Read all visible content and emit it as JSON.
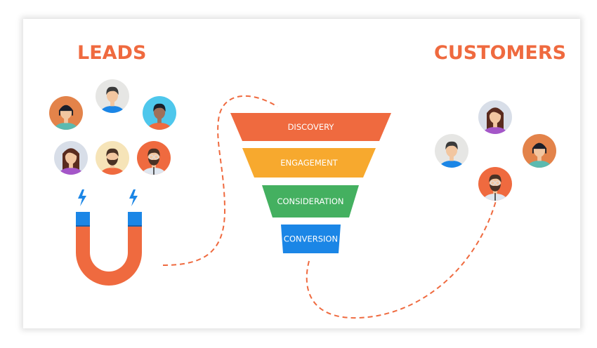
{
  "leads": {
    "title": "LEADS",
    "avatars": [
      {
        "name": "woman-bob-hair",
        "bg": "#e3834a",
        "shirt": "#5bbab0",
        "hair": "#1b1f2a",
        "skin": "#f2c6a0"
      },
      {
        "name": "man-short-hair",
        "bg": "#e6e6e4",
        "shirt": "#1b86e6",
        "hair": "#3a3a3a",
        "skin": "#f2c6a0"
      },
      {
        "name": "man-dark-skin",
        "bg": "#4ec7ec",
        "shirt": "#ef6a3f",
        "hair": "#1b1f2a",
        "skin": "#a0705a"
      },
      {
        "name": "woman-long-hair",
        "bg": "#d8dee8",
        "shirt": "#a456c8",
        "hair": "#5a2b1e",
        "skin": "#f2c6a0"
      },
      {
        "name": "man-beard",
        "bg": "#f6e4b8",
        "shirt": "#ef6a3f",
        "hair": "#4a3225",
        "skin": "#f2c6a0"
      },
      {
        "name": "man-glasses-beard",
        "bg": "#ef6a3f",
        "shirt": "#dfe6ef",
        "hair": "#4a3225",
        "skin": "#f2c6a0"
      }
    ]
  },
  "customers": {
    "title": "CUSTOMERS",
    "avatars": [
      {
        "name": "woman-long-hair",
        "bg": "#d8dee8",
        "shirt": "#a456c8",
        "hair": "#5a2b1e",
        "skin": "#f2c6a0"
      },
      {
        "name": "man-short-hair",
        "bg": "#e6e6e4",
        "shirt": "#1b86e6",
        "hair": "#3a3a3a",
        "skin": "#f2c6a0"
      },
      {
        "name": "woman-bob-hair",
        "bg": "#e3834a",
        "shirt": "#5bbab0",
        "hair": "#1b1f2a",
        "skin": "#f2c6a0"
      },
      {
        "name": "man-glasses-beard",
        "bg": "#ef6a3f",
        "shirt": "#dfe6ef",
        "hair": "#4a3225",
        "skin": "#f2c6a0"
      }
    ]
  },
  "funnel": {
    "stages": [
      {
        "label": "DISCOVERY",
        "color": "#ef6a3f"
      },
      {
        "label": "ENGAGEMENT",
        "color": "#f7a92e"
      },
      {
        "label": "CONSIDERATION",
        "color": "#44b060"
      },
      {
        "label": "CONVERSION",
        "color": "#1b86e6"
      }
    ]
  },
  "magnet": {
    "body_color": "#ef6a3f",
    "tip_color": "#1b86e6",
    "spark_color": "#1b86e6"
  },
  "colors": {
    "accent": "#ef6a3f",
    "path": "#ef6a3f"
  }
}
